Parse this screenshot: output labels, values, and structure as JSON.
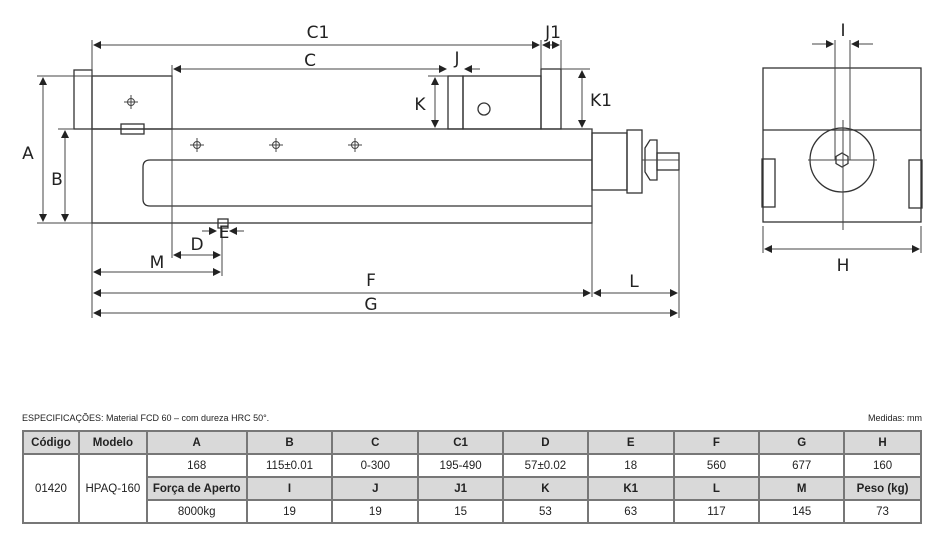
{
  "drawing": {
    "labels": {
      "A": "A",
      "B": "B",
      "C": "C",
      "C1": "C1",
      "D": "D",
      "E": "E",
      "F": "F",
      "G": "G",
      "H": "H",
      "I": "I",
      "J": "J",
      "J1": "J1",
      "K": "K",
      "K1": "K1",
      "L": "L",
      "M": "M"
    }
  },
  "spec_note": "ESPECIFICAÇÕES: Material FCD 60 – com dureza HRC 50°.",
  "units_note": "Medidas: mm",
  "table": {
    "headers": [
      "Código",
      "Modelo",
      "A",
      "B",
      "C",
      "C1",
      "D",
      "E",
      "F",
      "G",
      "H"
    ],
    "codigo": "01420",
    "modelo": "HPAQ-160",
    "row1": [
      "168",
      "115±0.01",
      "0-300",
      "195-490",
      "57±0.02",
      "18",
      "560",
      "677",
      "160"
    ],
    "headers2": [
      "Força de Aperto",
      "I",
      "J",
      "J1",
      "K",
      "K1",
      "L",
      "M",
      "Peso (kg)"
    ],
    "row2": [
      "8000kg",
      "19",
      "19",
      "15",
      "53",
      "63",
      "117",
      "145",
      "73"
    ]
  }
}
